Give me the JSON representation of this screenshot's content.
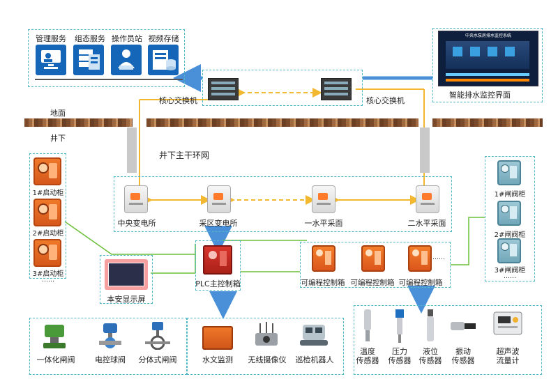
{
  "services": [
    {
      "label": "管理服务",
      "icon": "monitor-user-icon"
    },
    {
      "label": "组态服务",
      "icon": "server-rack-icon"
    },
    {
      "label": "操作员站",
      "icon": "operator-icon"
    },
    {
      "label": "视频存储",
      "icon": "storage-icon"
    }
  ],
  "switch_left": "核心交换机",
  "switch_right": "核心交换机",
  "monitor_label": "智能排水监控界面",
  "monitor_title": "中央水泵房排水监控系统",
  "ground": "地面",
  "underground": "井下",
  "ring": "井下主干环网",
  "stations": [
    "中央变电所",
    "采区变电所",
    "一水平采面",
    "二水平采面"
  ],
  "starters": [
    "1#启动柜",
    "2#启动柜",
    "3#启动柜",
    "……"
  ],
  "valve_cabinets": [
    "1#闸阀柜",
    "2#闸阀柜",
    "3#闸阀柜",
    "……"
  ],
  "plc": "PLC主控制箱",
  "display": "本安显示屏",
  "controllers": [
    "可编程控制箱",
    "可编程控制箱",
    "可编程控制箱"
  ],
  "controllers_more": "……",
  "valves": [
    "一体化闸阀",
    "电控球阀",
    "分体式闸阀"
  ],
  "monitoring": [
    "水文监测",
    "无线摄像仪",
    "巡检机器人"
  ],
  "sensors": [
    [
      "温度",
      "传感器"
    ],
    [
      "压力",
      "传感器"
    ],
    [
      "液位",
      "传感器"
    ],
    [
      "振动",
      "传感器"
    ],
    [
      "超声波",
      "流量计"
    ]
  ],
  "colors": {
    "dash": "#4fb8c4",
    "arrow": "#4a90d9",
    "link": "#f2b830",
    "green": "#6cbf3a"
  }
}
